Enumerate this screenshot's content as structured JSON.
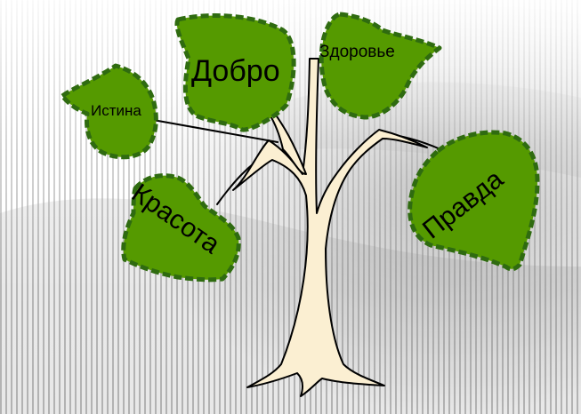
{
  "colors": {
    "leaf_fill": "#559a00",
    "leaf_border": "#2f6b10",
    "trunk_fill": "#fbefd2",
    "outline": "#000000",
    "stripe_light": "#ffffff",
    "stripe_dark": "#9c9c9c"
  },
  "leaves": {
    "istina": "Истина",
    "dobro": "Добро",
    "zdorovye": "Здоровье",
    "krasota": "Красота",
    "pravda": "Правда"
  }
}
